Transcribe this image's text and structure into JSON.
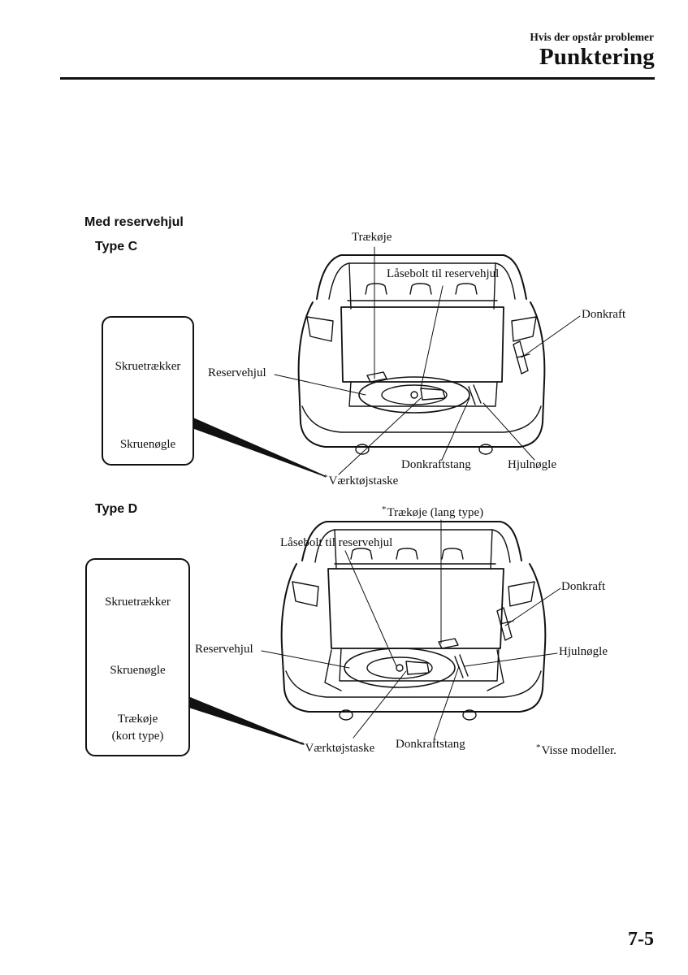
{
  "header": {
    "section": "Hvis der opstår problemer",
    "title": "Punktering"
  },
  "content": {
    "subheading": "Med reservehjul",
    "type_c": {
      "label": "Type C",
      "callouts": {
        "towing_eye": "Trækøje",
        "lock_bolt": "Låsebolt til reservehjul",
        "jack": "Donkraft",
        "spare_wheel": "Reservehjul",
        "jack_handle": "Donkraftstang",
        "wheel_wrench": "Hjulnøgle",
        "tool_bag": "Værktøjstaske"
      },
      "toolbox": {
        "screwdriver": "Skruetrækker",
        "wrench": "Skruenøgle"
      }
    },
    "type_d": {
      "label": "Type D",
      "callouts": {
        "towing_eye_long": "Trækøje (lang type)",
        "lock_bolt": "Låsebolt til reservehjul",
        "jack": "Donkraft",
        "spare_wheel": "Reservehjul",
        "wheel_wrench": "Hjulnøgle",
        "tool_bag": "Værktøjstaske",
        "jack_handle": "Donkraftstang"
      },
      "toolbox": {
        "screwdriver": "Skruetrækker",
        "wrench": "Skruenøgle",
        "towing_eye_short_line1": "Trækøje",
        "towing_eye_short_line2": "(kort type)"
      }
    },
    "footnote": "Visse modeller.",
    "asterisk": "*"
  },
  "footer": {
    "page_number": "7-5"
  }
}
